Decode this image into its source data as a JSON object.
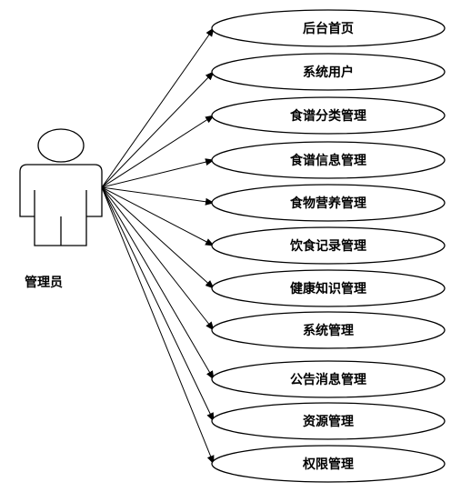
{
  "actor": {
    "label": "管理员"
  },
  "use_cases": [
    {
      "label": "后台首页"
    },
    {
      "label": "系统用户"
    },
    {
      "label": "食谱分类管理"
    },
    {
      "label": "食谱信息管理"
    },
    {
      "label": "食物营养管理"
    },
    {
      "label": "饮食记录管理"
    },
    {
      "label": "健康知识管理"
    },
    {
      "label": "系统管理"
    },
    {
      "label": "公告消息管理"
    },
    {
      "label": "资源管理"
    },
    {
      "label": "权限管理"
    }
  ],
  "colors": {
    "stroke": "#000000",
    "background": "#ffffff"
  }
}
